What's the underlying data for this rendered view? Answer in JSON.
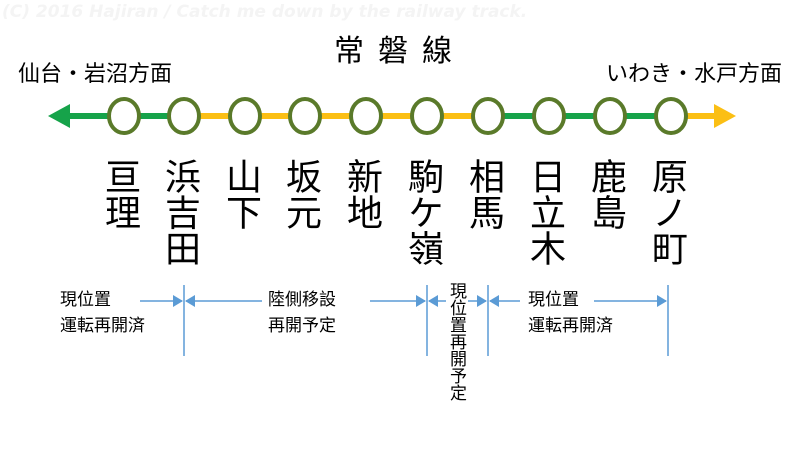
{
  "watermark": "(C) 2016 Hajiran / Catch me down by the railway track.",
  "title": "常磐線",
  "direction_left": "仙台・岩沼方面",
  "direction_right": "いわき・水戸方面",
  "colors": {
    "green": "#16a34a",
    "yellow": "#fbbf14",
    "circle": "#5a7a2a",
    "dim": "#5b9bd5"
  },
  "stations": [
    "亘理",
    "浜吉田",
    "山下",
    "坂元",
    "新地",
    "駒ケ嶺",
    "相馬",
    "日立木",
    "鹿島",
    "原ノ町"
  ],
  "segment_status": [
    "green",
    "green",
    "yellow",
    "yellow",
    "yellow",
    "yellow",
    "yellow",
    "green",
    "green",
    "green",
    "yellow"
  ],
  "notes": [
    {
      "line1": "現位置",
      "line2": "運転再開済"
    },
    {
      "line1": "陸側移設",
      "line2": "再開予定"
    },
    {
      "vertical": "現位置再開予定"
    },
    {
      "line1": "現位置",
      "line2": "運転再開済"
    }
  ]
}
